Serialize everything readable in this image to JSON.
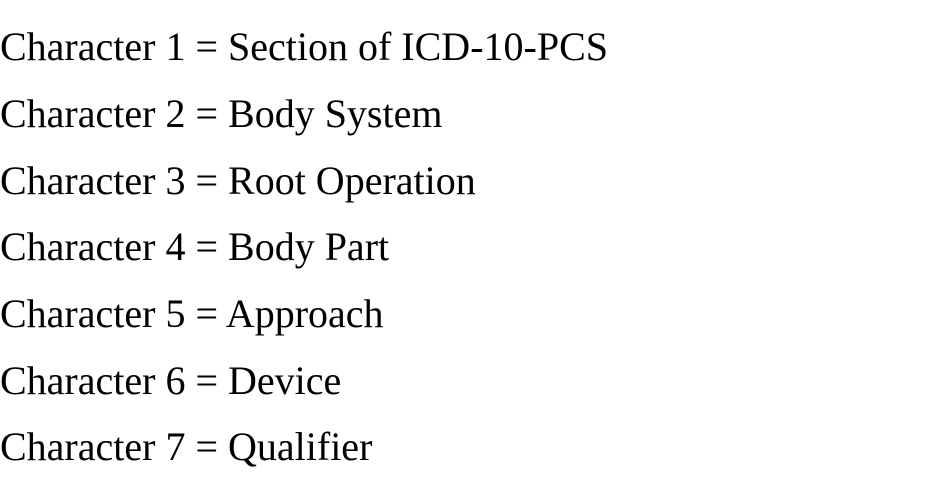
{
  "lines": [
    "Character 1 = Section of ICD-10-PCS",
    "Character 2 = Body System",
    "Character 3 = Root Operation",
    "Character 4 = Body Part",
    "Character 5 = Approach",
    "Character 6 = Device",
    "Character 7 = Qualifier"
  ]
}
